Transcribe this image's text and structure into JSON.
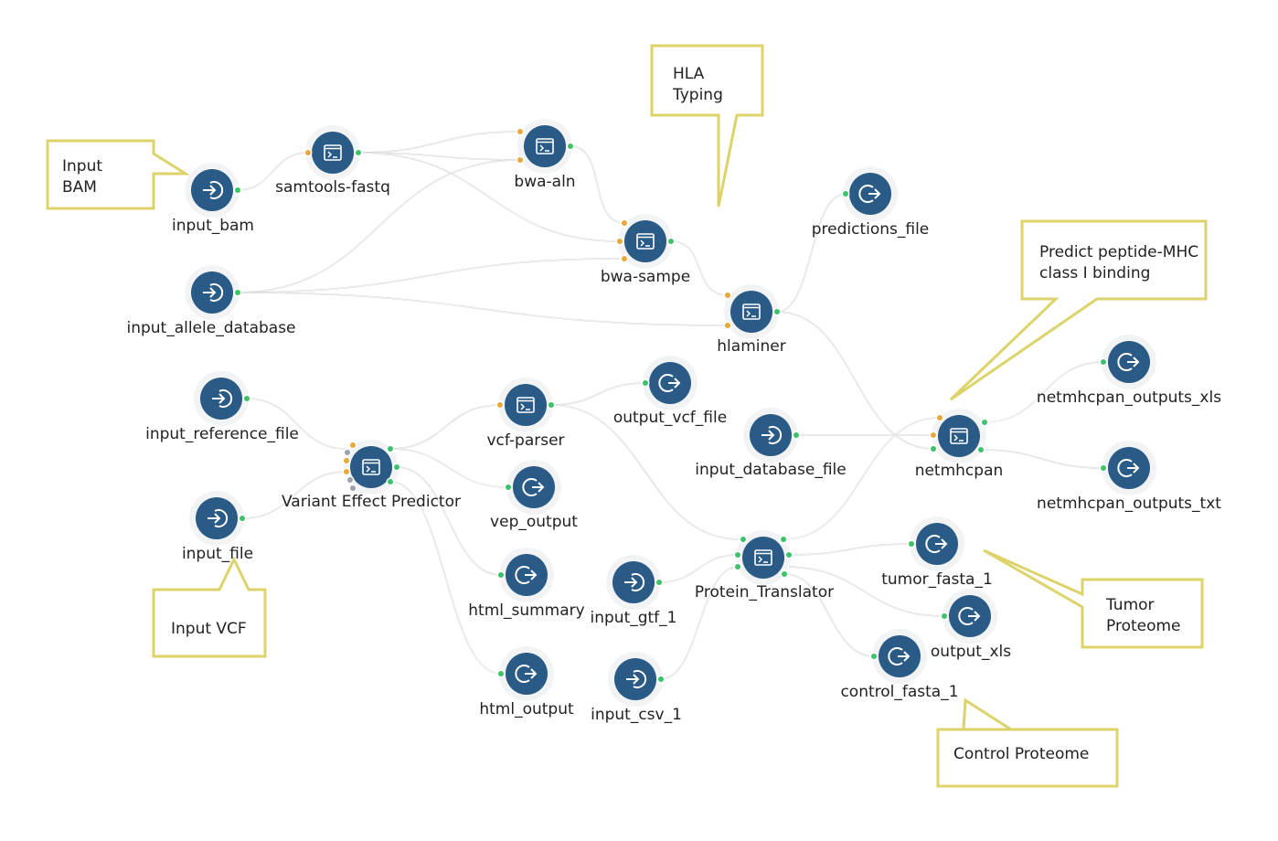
{
  "colors": {
    "node_fill": "#2a5a86",
    "node_halo": "#f1f3f5",
    "port_green": "#3cc36a",
    "port_orange": "#e8a83c",
    "port_gray": "#9aa3ad",
    "callout_border": "#dcd36a",
    "edge": "#d4d4d4"
  },
  "nodes": [
    {
      "id": "input_bam",
      "label": "input_bam",
      "kind": "input"
    },
    {
      "id": "samtools_fastq",
      "label": "samtools-fastq",
      "kind": "tool"
    },
    {
      "id": "bwa_aln",
      "label": "bwa-aln",
      "kind": "tool"
    },
    {
      "id": "bwa_sampe",
      "label": "bwa-sampe",
      "kind": "tool"
    },
    {
      "id": "input_allele_database",
      "label": "input_allele_database",
      "kind": "input"
    },
    {
      "id": "hlaminer",
      "label": "hlaminer",
      "kind": "tool"
    },
    {
      "id": "predictions_file",
      "label": "predictions_file",
      "kind": "output"
    },
    {
      "id": "input_reference_file",
      "label": "input_reference_file",
      "kind": "input"
    },
    {
      "id": "variant_effect_predictor",
      "label": "Variant Effect Predictor",
      "kind": "tool"
    },
    {
      "id": "input_file",
      "label": "input_file",
      "kind": "input"
    },
    {
      "id": "vcf_parser",
      "label": "vcf-parser",
      "kind": "tool"
    },
    {
      "id": "output_vcf_file",
      "label": "output_vcf_file",
      "kind": "output"
    },
    {
      "id": "vep_output",
      "label": "vep_output",
      "kind": "output"
    },
    {
      "id": "html_summary",
      "label": "html_summary",
      "kind": "output"
    },
    {
      "id": "html_output",
      "label": "html_output",
      "kind": "output"
    },
    {
      "id": "input_database_file",
      "label": "input_database_file",
      "kind": "input"
    },
    {
      "id": "netmhcpan",
      "label": "netmhcpan",
      "kind": "tool"
    },
    {
      "id": "netmhcpan_outputs_xls",
      "label": "netmhcpan_outputs_xls",
      "kind": "output"
    },
    {
      "id": "netmhcpan_outputs_txt",
      "label": "netmhcpan_outputs_txt",
      "kind": "output"
    },
    {
      "id": "protein_translator",
      "label": "Protein_Translator",
      "kind": "tool"
    },
    {
      "id": "input_gtf_1",
      "label": "input_gtf_1",
      "kind": "input"
    },
    {
      "id": "input_csv_1",
      "label": "input_csv_1",
      "kind": "input"
    },
    {
      "id": "tumor_fasta_1",
      "label": "tumor_fasta_1",
      "kind": "output"
    },
    {
      "id": "output_xls",
      "label": "output_xls",
      "kind": "output"
    },
    {
      "id": "control_fasta_1",
      "label": "control_fasta_1",
      "kind": "output"
    }
  ],
  "edges": [
    {
      "from": "input_bam",
      "to": "samtools_fastq"
    },
    {
      "from": "samtools_fastq",
      "to": "bwa_aln"
    },
    {
      "from": "samtools_fastq",
      "to": "bwa_aln"
    },
    {
      "from": "samtools_fastq",
      "to": "bwa_sampe"
    },
    {
      "from": "bwa_aln",
      "to": "bwa_sampe"
    },
    {
      "from": "input_allele_database",
      "to": "bwa_aln"
    },
    {
      "from": "input_allele_database",
      "to": "bwa_sampe"
    },
    {
      "from": "input_allele_database",
      "to": "hlaminer"
    },
    {
      "from": "bwa_sampe",
      "to": "hlaminer"
    },
    {
      "from": "hlaminer",
      "to": "predictions_file"
    },
    {
      "from": "hlaminer",
      "to": "netmhcpan"
    },
    {
      "from": "input_reference_file",
      "to": "variant_effect_predictor"
    },
    {
      "from": "input_file",
      "to": "variant_effect_predictor"
    },
    {
      "from": "variant_effect_predictor",
      "to": "vcf_parser"
    },
    {
      "from": "variant_effect_predictor",
      "to": "vep_output"
    },
    {
      "from": "variant_effect_predictor",
      "to": "html_summary"
    },
    {
      "from": "variant_effect_predictor",
      "to": "html_output"
    },
    {
      "from": "vcf_parser",
      "to": "output_vcf_file"
    },
    {
      "from": "vcf_parser",
      "to": "protein_translator"
    },
    {
      "from": "input_database_file",
      "to": "netmhcpan"
    },
    {
      "from": "netmhcpan",
      "to": "netmhcpan_outputs_xls"
    },
    {
      "from": "netmhcpan",
      "to": "netmhcpan_outputs_txt"
    },
    {
      "from": "protein_translator",
      "to": "netmhcpan"
    },
    {
      "from": "input_gtf_1",
      "to": "protein_translator"
    },
    {
      "from": "input_csv_1",
      "to": "protein_translator"
    },
    {
      "from": "protein_translator",
      "to": "tumor_fasta_1"
    },
    {
      "from": "protein_translator",
      "to": "output_xls"
    },
    {
      "from": "protein_translator",
      "to": "control_fasta_1"
    }
  ],
  "callouts": [
    {
      "id": "input_bam",
      "lines": [
        "Input",
        "BAM"
      ]
    },
    {
      "id": "hla_typing",
      "lines": [
        "HLA",
        "Typing"
      ]
    },
    {
      "id": "predict_binding",
      "lines": [
        "Predict peptide-MHC",
        "class I binding"
      ]
    },
    {
      "id": "input_vcf",
      "lines": [
        "Input VCF"
      ]
    },
    {
      "id": "tumor_proteome",
      "lines": [
        "Tumor",
        "Proteome"
      ]
    },
    {
      "id": "control_proteome",
      "lines": [
        "Control Proteome"
      ]
    }
  ]
}
